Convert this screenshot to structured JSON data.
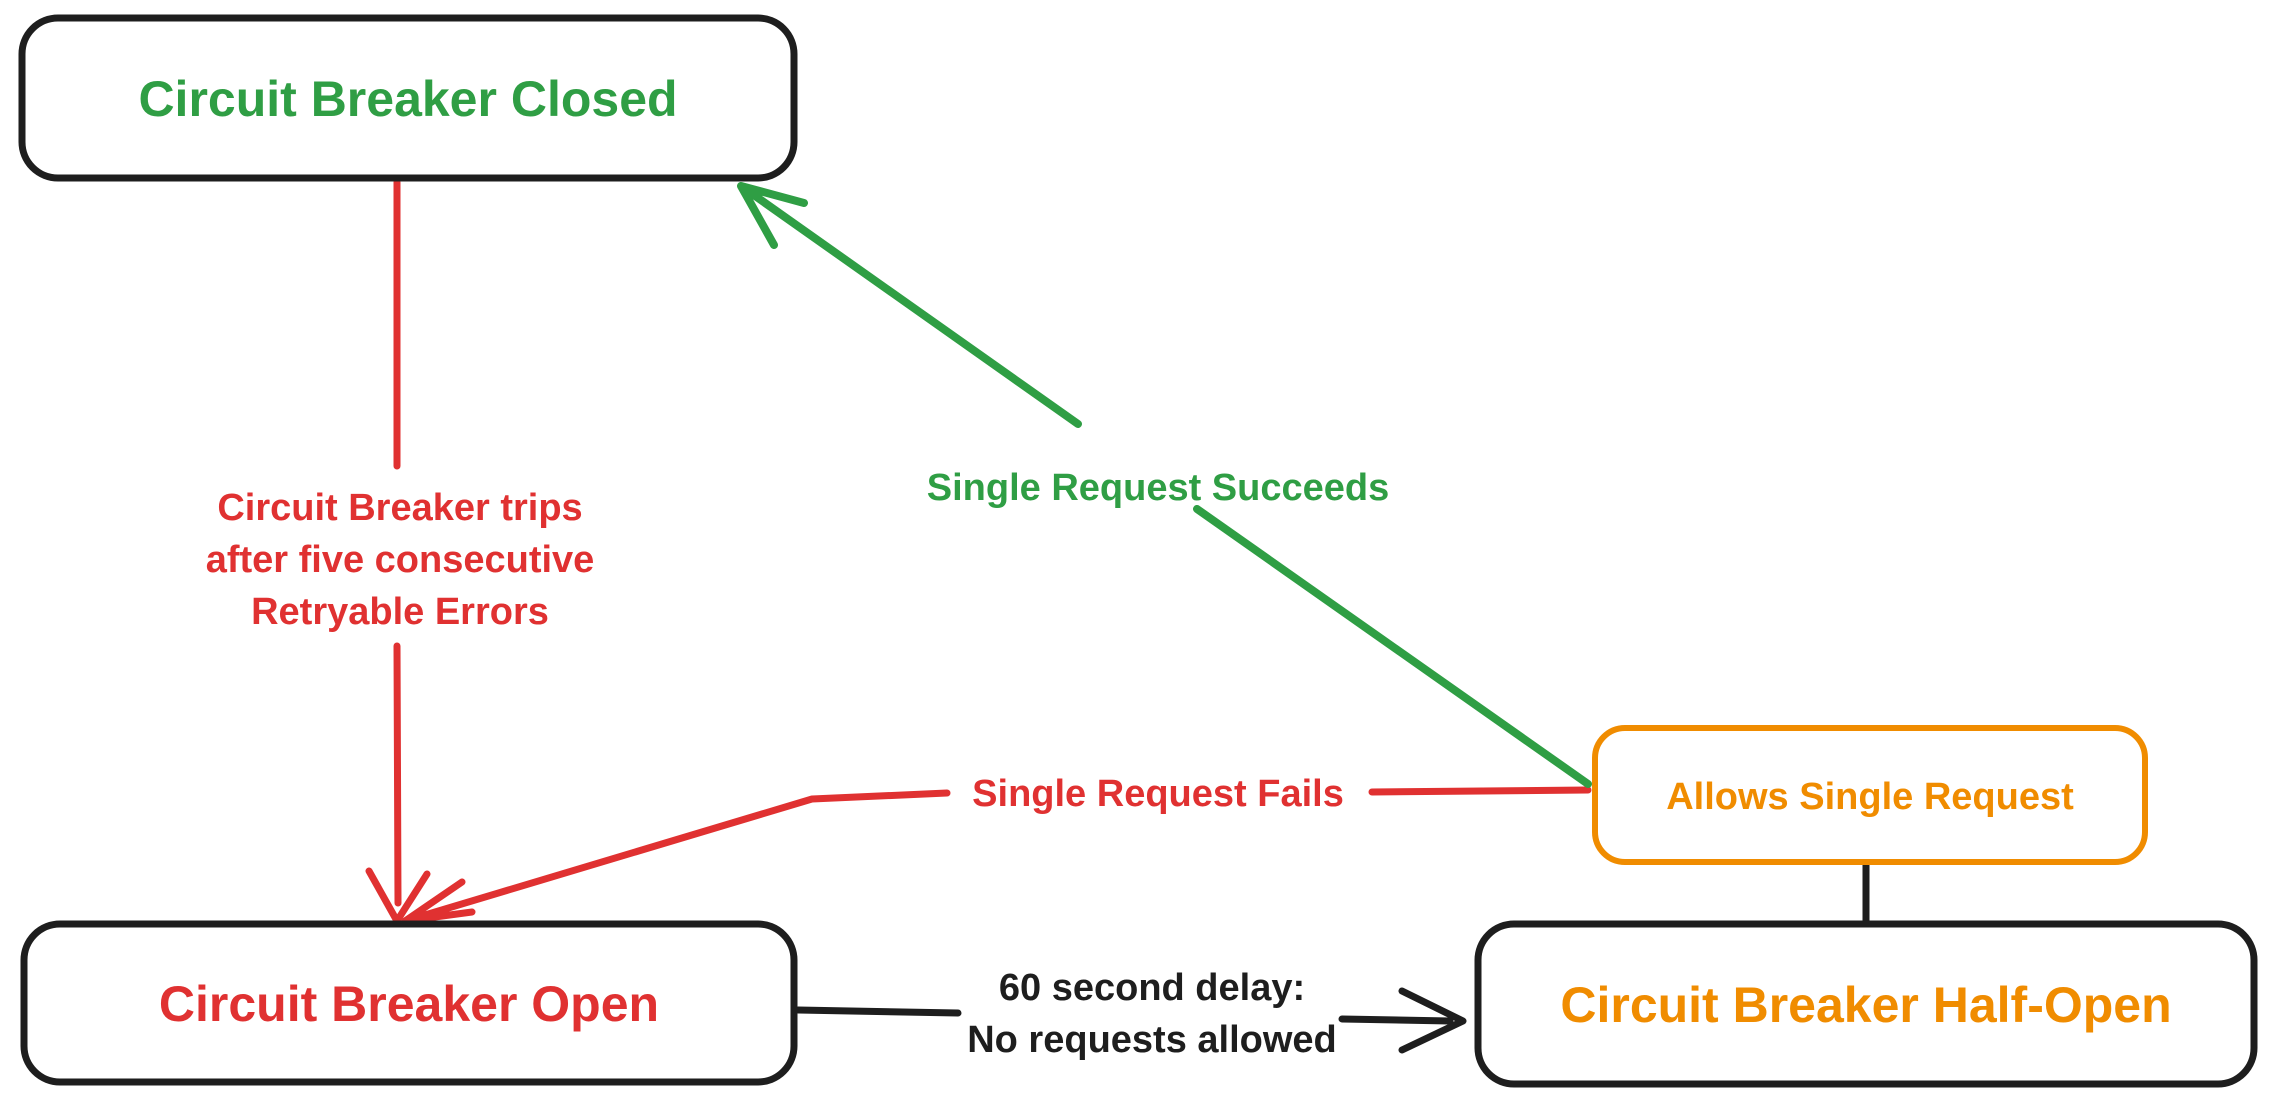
{
  "diagram": {
    "colors": {
      "green": "#2f9e44",
      "red": "#e03131",
      "orange": "#f08c00",
      "ink": "#1e1e1e",
      "background": "#ffffff"
    },
    "nodes": {
      "closed": {
        "label": "Circuit Breaker Closed"
      },
      "open": {
        "label": "Circuit Breaker Open"
      },
      "half_open": {
        "label": "Circuit Breaker Half-Open"
      },
      "allows_single_request": {
        "label": "Allows Single Request"
      }
    },
    "edges": {
      "trip": {
        "lines": [
          "Circuit Breaker trips",
          "after five consecutive",
          "Retryable Errors"
        ]
      },
      "succeeds": {
        "label": "Single Request Succeeds"
      },
      "fails": {
        "label": "Single Request Fails"
      },
      "delay": {
        "lines": [
          "60 second delay:",
          "No requests allowed"
        ]
      }
    }
  }
}
